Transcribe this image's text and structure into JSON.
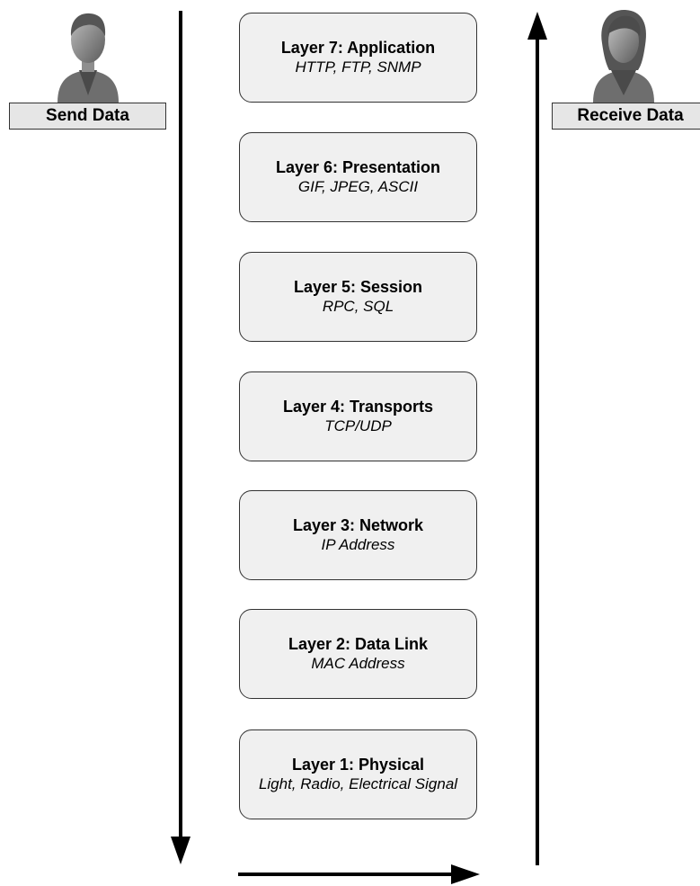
{
  "sender": {
    "label": "Send Data",
    "icon": "male-user-icon"
  },
  "receiver": {
    "label": "Receive Data",
    "icon": "female-user-icon"
  },
  "layers": [
    {
      "title": "Layer 7: Application",
      "protocols": "HTTP, FTP, SNMP"
    },
    {
      "title": "Layer 6: Presentation",
      "protocols": "GIF, JPEG, ASCII"
    },
    {
      "title": "Layer 5: Session",
      "protocols": "RPC, SQL"
    },
    {
      "title": "Layer 4: Transports",
      "protocols": "TCP/UDP"
    },
    {
      "title": "Layer 3: Network",
      "protocols": "IP Address"
    },
    {
      "title": "Layer 2: Data Link",
      "protocols": "MAC Address"
    },
    {
      "title": "Layer 1: Physical",
      "protocols": "Light, Radio, Electrical Signal"
    }
  ]
}
